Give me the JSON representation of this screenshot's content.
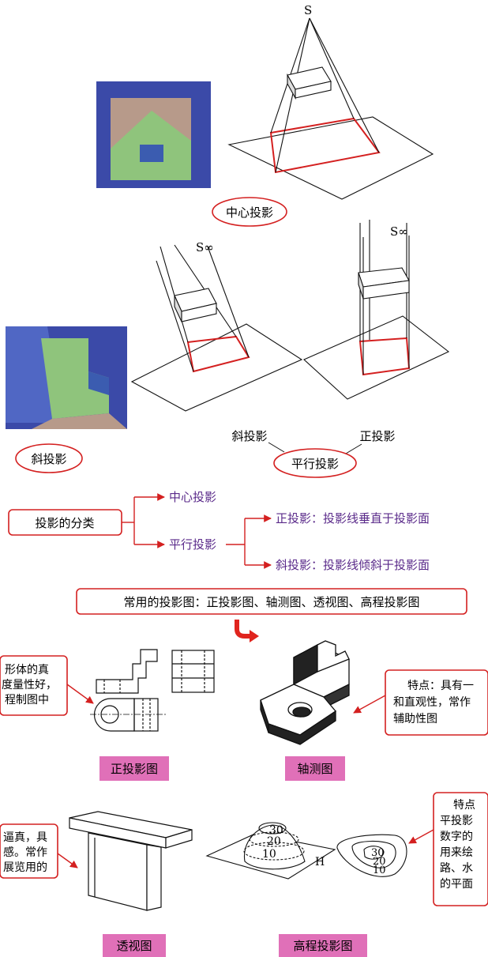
{
  "labels": {
    "s_center": "S",
    "s_inf_oblique": "S∞",
    "s_inf_ortho": "S∞",
    "center_projection": "中心投影",
    "oblique_projection": "斜投影",
    "orthographic_projection": "正投影",
    "parallel_projection": "平行投影",
    "oblique_projection_left": "斜投影"
  },
  "classification": {
    "root": "投影的分类",
    "branch_center": "中心投影",
    "branch_parallel": "平行投影",
    "leaf_ortho": "正投影：投影线垂直于投影面",
    "leaf_oblique": "斜投影：投影线倾斜于投影面"
  },
  "common_box": "常用的投影图：正投影图、轴测图、透视图、高程投影图",
  "views": {
    "ortho_title": "正投影图",
    "axo_title": "轴测图",
    "persp_title": "透视图",
    "contour_title": "高程投影图",
    "ortho_note": [
      "形体的真",
      "度量性好，",
      "程制图中"
    ],
    "axo_note": [
      "特点：具有一",
      "和直观性，常作",
      "辅助性图"
    ],
    "persp_note": [
      "逼真，具",
      "感。常作",
      "展览用的"
    ],
    "contour_note": [
      "特点",
      "平投影",
      "数字的",
      "用来绘",
      "路、水",
      "的平面"
    ]
  },
  "contour_numbers": {
    "mound_30": "30",
    "mound_20": "20",
    "mound_10": "10",
    "plane_h": "H",
    "plan_30": "30",
    "plan_20": "20",
    "plan_10": "10"
  },
  "colors": {
    "red_line": "#d42020",
    "purple_text": "#5a2a8a",
    "pink_label": "#e070b8",
    "blue_square": "#3f4aa6",
    "green_shape": "#8ac07a"
  }
}
